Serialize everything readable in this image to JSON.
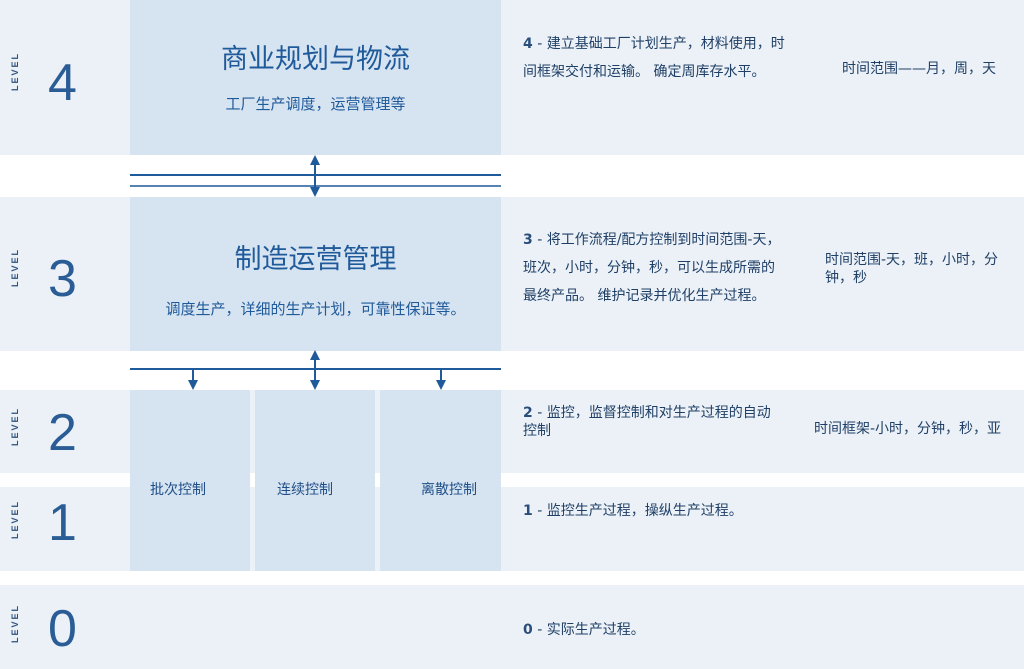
{
  "levels": [
    {
      "tag": "LEVEL",
      "num": "4"
    },
    {
      "tag": "LEVEL",
      "num": "3"
    },
    {
      "tag": "LEVEL",
      "num": "2"
    },
    {
      "tag": "LEVEL",
      "num": "1"
    },
    {
      "tag": "LEVEL",
      "num": "0"
    }
  ],
  "level4": {
    "title": "商业规划与物流",
    "subtitle": "工厂生产调度，运营管理等",
    "desc_num": "4",
    "desc": "建立基础工厂计划生产，材料使用，时间框架交付和运输。 确定周库存水平。",
    "range": "时间范围——月，周，天"
  },
  "level3": {
    "title": "制造运营管理",
    "subtitle": "调度生产，详细的生产计划，可靠性保证等。",
    "desc_num": "3",
    "desc": "将工作流程/配方控制到时间范围-天，班次，小时，分钟，秒，可以生成所需的最终产品。 维护记录并优化生产过程。",
    "range": "时间范围-天，班，小时，分钟，秒"
  },
  "level2": {
    "controls": [
      "批次控制",
      "连续控制",
      "离散控制"
    ],
    "desc_num": "2",
    "desc": "监控，监督控制和对生产过程的自动控制",
    "range": "时间框架-小时，分钟，秒，亚"
  },
  "level1": {
    "desc_num": "1",
    "desc": "监控生产过程，操纵生产过程。"
  },
  "level0": {
    "desc_num": "0",
    "desc": "实际生产过程。"
  },
  "colors": {
    "band": "#ebf1f7",
    "box": "#d6e3f1",
    "accent": "#2a5d95",
    "line": "#1f5a9a"
  }
}
